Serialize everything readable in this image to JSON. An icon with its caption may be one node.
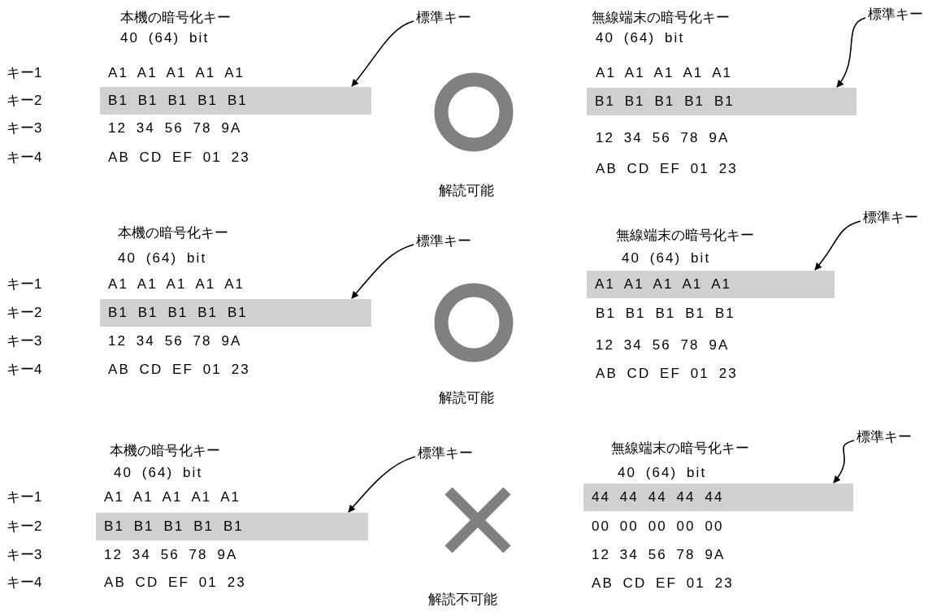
{
  "diagram": {
    "nodes": [
      {
        "text": [
          "標準キー"
        ]
      },
      {
        "text": [
          "B1 B1 B1 B1 B1"
        ]
      },
      {
        "text": [],
        "shape": "circle",
        "beside": [
          "解読可能"
        ]
      },
      {
        "text": [
          "標準キー"
        ]
      },
      {
        "text": [
          "B1 B1 B1 B1 B1"
        ]
      },
      {
        "text": [
          "標準キー"
        ]
      },
      {
        "text": [
          "B1 B1 B1 B1 B1"
        ]
      },
      {
        "text": [],
        "shape": "circle",
        "beside": [
          "解読可能"
        ]
      },
      {
        "text": [
          "標準キー"
        ]
      },
      {
        "text": [
          "A1 A1 A1 A1 A1"
        ]
      },
      {
        "text": [
          "標準キー"
        ]
      },
      {
        "text": [
          "B1 B1 B1 B1 B1"
        ]
      },
      {
        "text": [],
        "shape": "cross",
        "beside": [
          "解読不可能"
        ]
      },
      {
        "text": [
          "標準キー"
        ]
      },
      {
        "text": [
          "44 44 44 44 44"
        ]
      }
    ],
    "edges": [
      {
        "from": 0,
        "to": 1,
        "arrow": "to"
      },
      {
        "from": 3,
        "to": 4,
        "arrow": "to"
      },
      {
        "from": 5,
        "to": 6,
        "arrow": "to"
      },
      {
        "from": 8,
        "to": 9,
        "arrow": "to"
      },
      {
        "from": 10,
        "to": 11,
        "arrow": "to"
      },
      {
        "from": 13,
        "to": 14,
        "arrow": "to"
      }
    ],
    "labels": [
      "本機の暗号化キー",
      "40 (64) bit",
      "無線端末の暗号化キー",
      "40 (64) bit",
      "キー1",
      "A1 A1 A1 A1 A1",
      "A1 A1 A1 A1 A1",
      "キー2",
      "キー3",
      "12 34 56 78 9A",
      "12 34 56 78 9A",
      "キー4",
      "AB CD EF 01 23",
      "AB CD EF 01 23",
      "本機の暗号化キー",
      "40 (64) bit",
      "無線端末の暗号化キー",
      "40 (64) bit",
      "キー1",
      "A1 A1 A1 A1 A1",
      "キー2",
      "B1 B1 B1 B1 B1",
      "キー3",
      "12 34 56 78 9A",
      "12 34 56 78 9A",
      "キー4",
      "AB CD EF 01 23",
      "AB CD EF 01 23",
      "本機の暗号化キー",
      "40 (64) bit",
      "無線端末の暗号化キー",
      "40 (64) bit",
      "キー1",
      "A1 A1 A1 A1 A1",
      "キー2",
      "00 00 00 00 00",
      "キー3",
      "12 34 56 78 9A",
      "12 34 56 78 9A",
      "キー4",
      "AB CD EF 01 23",
      "AB CD EF 01 23"
    ]
  }
}
